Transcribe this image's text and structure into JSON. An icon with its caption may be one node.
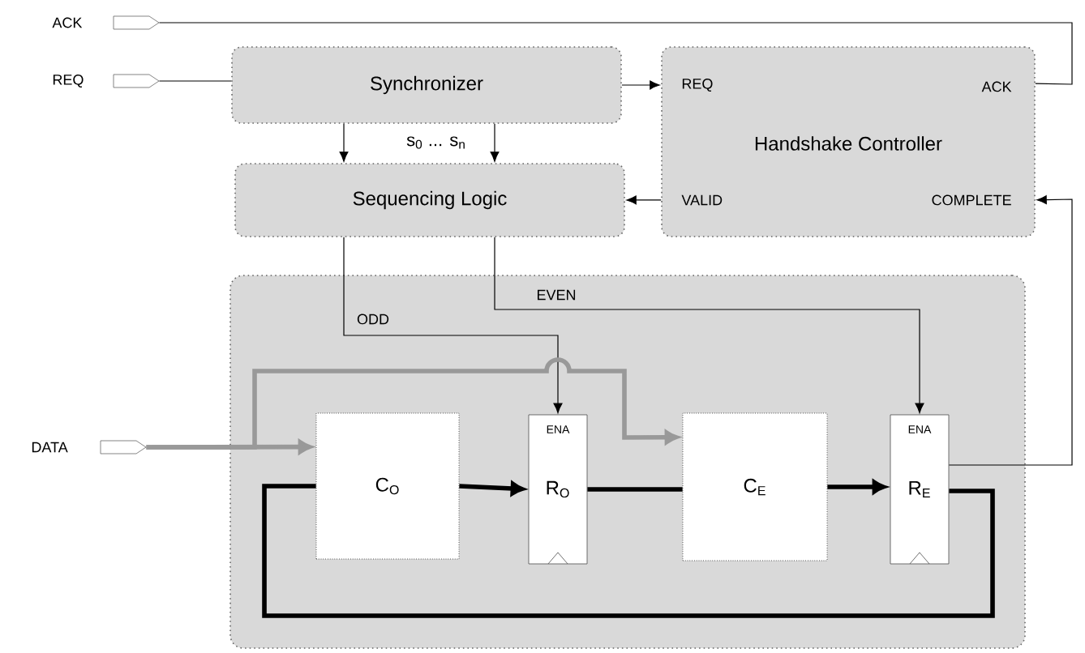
{
  "diagram": {
    "nodes": [
      {
        "text": [
          "ACK"
        ]
      },
      {
        "text": [
          "REQ"
        ]
      },
      {
        "text": [
          "DATA"
        ]
      },
      {
        "text": [
          "Synchronizer"
        ]
      },
      {
        "text": [
          "REQ",
          "ACK",
          "Handshake Controller",
          "VALID",
          "COMPLETE"
        ]
      },
      {
        "text": [
          "Sequencing Logic"
        ]
      },
      {
        "text": [],
        "shape": "box"
      },
      {
        "text": [
          "C$_{O}$"
        ],
        "in": 6
      },
      {
        "text": [
          "ENA",
          "R$_{O}$"
        ],
        "in": 6
      },
      {
        "text": [
          "C$_{E}$"
        ],
        "in": 6
      },
      {
        "text": [
          "ENA",
          "R$_{E}$"
        ],
        "in": 6
      }
    ],
    "edges": [
      {
        "from": 1,
        "to": 3,
        "arrow": "none"
      },
      {
        "from": 3,
        "to": 4,
        "arrow": "to"
      },
      {
        "from": 3,
        "to": 5,
        "arrow": "to"
      },
      {
        "from": 3,
        "to": 5,
        "arrow": "to"
      },
      {
        "from": 4,
        "to": 5,
        "arrow": "to"
      },
      {
        "from": 4,
        "to": 0,
        "arrow": "none"
      },
      {
        "from": 10,
        "to": 4,
        "arrow": "to"
      },
      {
        "from": 5,
        "to": 8,
        "arrow": "to",
        "label": "ODD"
      },
      {
        "from": 5,
        "to": 10,
        "arrow": "to",
        "label": "EVEN"
      },
      {
        "from": 2,
        "to": 7,
        "arrow": "to",
        "style": "thick",
        "color": "#999999"
      },
      {
        "from": 2,
        "to": 9,
        "arrow": "to",
        "style": "thick",
        "color": "#999999"
      },
      {
        "from": 7,
        "to": 8,
        "arrow": "to",
        "style": "thick"
      },
      {
        "from": 8,
        "to": 9,
        "arrow": "none",
        "style": "thick"
      },
      {
        "from": 9,
        "to": 10,
        "arrow": "to",
        "style": "thick"
      },
      {
        "from": 10,
        "to": 7,
        "arrow": "none",
        "style": "thick"
      }
    ],
    "labels": [
      "s$_{0}$ ... s$_{n}$"
    ]
  }
}
